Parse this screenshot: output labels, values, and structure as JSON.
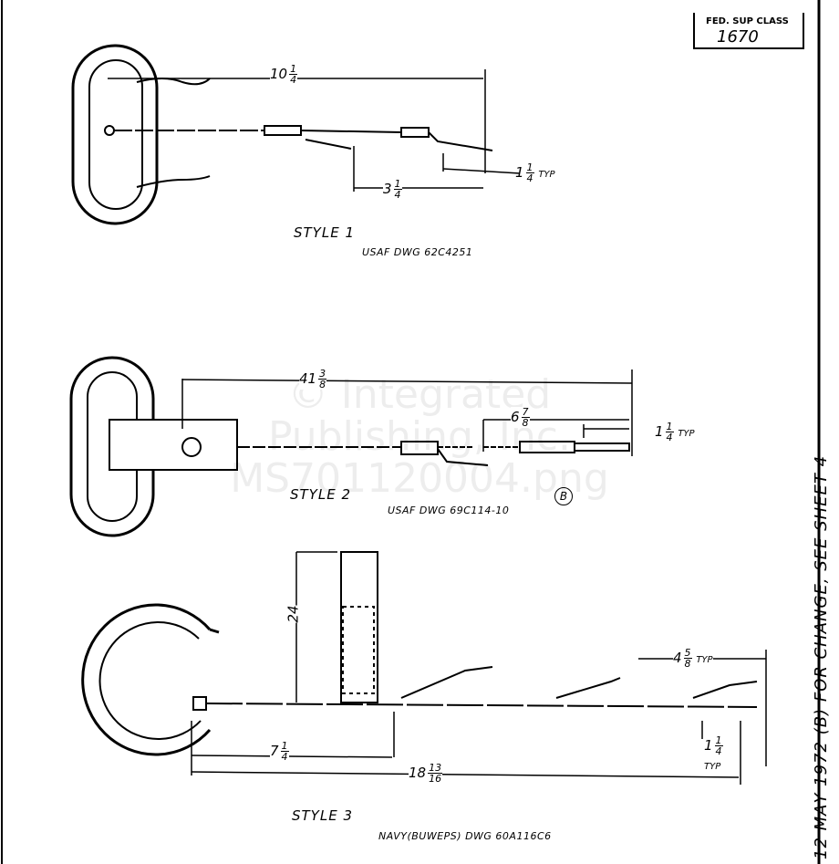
{
  "title_block": {
    "header": "FED. SUP CLASS",
    "value": "1670"
  },
  "side_note": {
    "date": "12 MAY 1972",
    "rev": "B",
    "text": "FOR CHANGE, SEE SHEET 4"
  },
  "watermark": [
    "© Integrated",
    "Publishing, Inc.",
    "MS701120004.png"
  ],
  "styles": [
    {
      "label": "STYLE 1",
      "drawing": "USAF DWG 62C4251",
      "dims": [
        {
          "whole": "10",
          "num": "1",
          "den": "4"
        },
        {
          "whole": "3",
          "num": "1",
          "den": "4"
        },
        {
          "whole": "1",
          "num": "1",
          "den": "4",
          "suffix": "TYP"
        }
      ]
    },
    {
      "label": "STYLE 2",
      "drawing": "USAF DWG 69C114-10",
      "rev": "B",
      "dims": [
        {
          "whole": "41",
          "num": "3",
          "den": "8"
        },
        {
          "whole": "6",
          "num": "7",
          "den": "8"
        },
        {
          "whole": "1",
          "num": "1",
          "den": "4",
          "suffix": "TYP"
        }
      ]
    },
    {
      "label": "STYLE 3",
      "drawing": "NAVY(BUWEPS) DWG 60A116C6",
      "dims": [
        {
          "whole": "24"
        },
        {
          "whole": "4",
          "num": "5",
          "den": "8",
          "suffix": "TYP"
        },
        {
          "whole": "7",
          "num": "1",
          "den": "4"
        },
        {
          "whole": "18",
          "num": "13",
          "den": "16"
        },
        {
          "whole": "1",
          "num": "1",
          "den": "4",
          "suffix": "TYP"
        }
      ]
    }
  ]
}
